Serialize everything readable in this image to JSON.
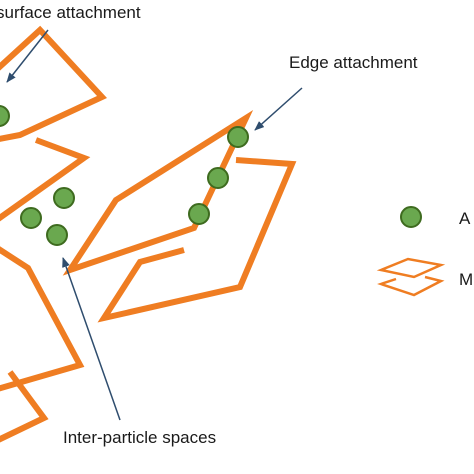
{
  "labels": {
    "surface": "surface attachment",
    "edge": "Edge attachment",
    "inter": "Inter-particle spaces"
  },
  "legend": {
    "particle_text": "A",
    "sheet_text": "M"
  },
  "colors": {
    "sheet_stroke": "#ef7d22",
    "particle_fill": "#6aa84f",
    "arrow": "#2f4d6e",
    "text": "#1a1a1a"
  }
}
